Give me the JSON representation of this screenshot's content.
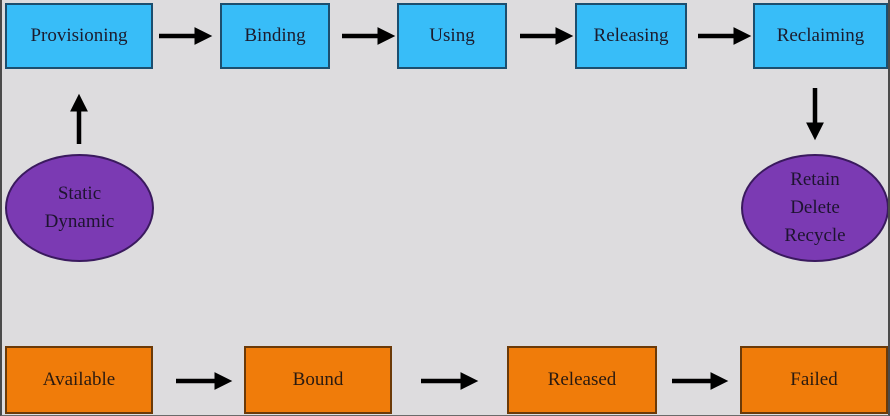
{
  "phases": [
    "Provisioning",
    "Binding",
    "Using",
    "Releasing",
    "Reclaiming"
  ],
  "provisioning_types": [
    "Static",
    "Dynamic"
  ],
  "reclaim_policies": [
    "Retain",
    "Delete",
    "Recycle"
  ],
  "states": [
    "Available",
    "Bound",
    "Released",
    "Failed"
  ],
  "colors": {
    "phase_fill": "#38bdf8",
    "type_fill": "#7b3ab3",
    "state_fill": "#f07c0a",
    "arrow": "#000000",
    "background": "#dddcde"
  }
}
